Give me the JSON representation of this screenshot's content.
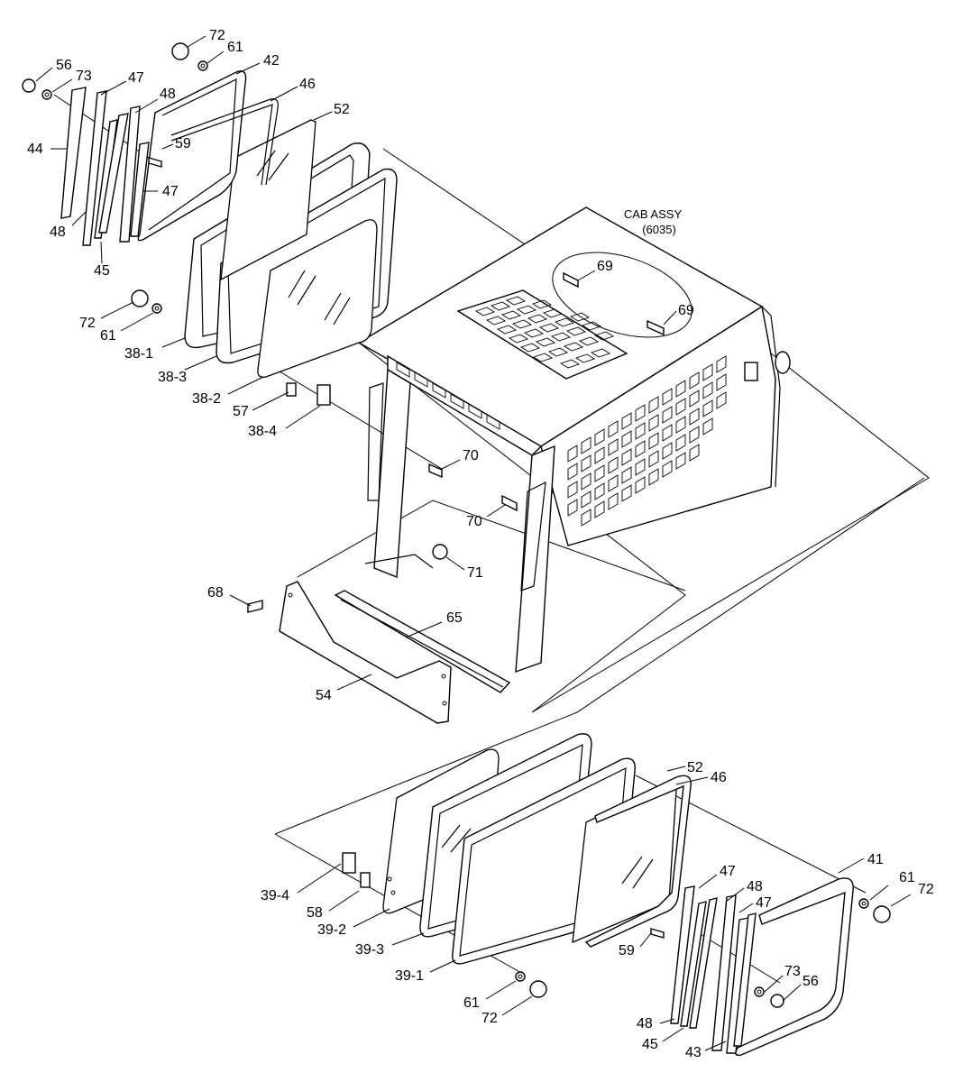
{
  "assembly": {
    "title": "CAB ASSY",
    "code": "(6035)"
  },
  "callouts": [
    {
      "id": "l72a",
      "text": "72"
    },
    {
      "id": "l61a",
      "text": "61"
    },
    {
      "id": "l42",
      "text": "42"
    },
    {
      "id": "l56a",
      "text": "56"
    },
    {
      "id": "l73a",
      "text": "73"
    },
    {
      "id": "l47a",
      "text": "47"
    },
    {
      "id": "l48a",
      "text": "48"
    },
    {
      "id": "l46a",
      "text": "46"
    },
    {
      "id": "l52a",
      "text": "52"
    },
    {
      "id": "l44",
      "text": "44"
    },
    {
      "id": "l59a",
      "text": "59"
    },
    {
      "id": "l47b",
      "text": "47"
    },
    {
      "id": "l48b",
      "text": "48"
    },
    {
      "id": "l45a",
      "text": "45"
    },
    {
      "id": "l72b",
      "text": "72"
    },
    {
      "id": "l61b",
      "text": "61"
    },
    {
      "id": "l38_1",
      "text": "38-1"
    },
    {
      "id": "l38_3",
      "text": "38-3"
    },
    {
      "id": "l38_2",
      "text": "38-2"
    },
    {
      "id": "l57",
      "text": "57"
    },
    {
      "id": "l38_4",
      "text": "38-4"
    },
    {
      "id": "l69a",
      "text": "69"
    },
    {
      "id": "l69b",
      "text": "69"
    },
    {
      "id": "l70a",
      "text": "70"
    },
    {
      "id": "l70b",
      "text": "70"
    },
    {
      "id": "l71",
      "text": "71"
    },
    {
      "id": "l68",
      "text": "68"
    },
    {
      "id": "l65",
      "text": "65"
    },
    {
      "id": "l54",
      "text": "54"
    },
    {
      "id": "l52b",
      "text": "52"
    },
    {
      "id": "l46b",
      "text": "46"
    },
    {
      "id": "l41",
      "text": "41"
    },
    {
      "id": "l61c",
      "text": "61"
    },
    {
      "id": "l72c",
      "text": "72"
    },
    {
      "id": "l47c",
      "text": "47"
    },
    {
      "id": "l48c",
      "text": "48"
    },
    {
      "id": "l47d",
      "text": "47"
    },
    {
      "id": "l39_4",
      "text": "39-4"
    },
    {
      "id": "l58",
      "text": "58"
    },
    {
      "id": "l39_2",
      "text": "39-2"
    },
    {
      "id": "l39_3",
      "text": "39-3"
    },
    {
      "id": "l59b",
      "text": "59"
    },
    {
      "id": "l39_1",
      "text": "39-1"
    },
    {
      "id": "l73b",
      "text": "73"
    },
    {
      "id": "l56b",
      "text": "56"
    },
    {
      "id": "l61d",
      "text": "61"
    },
    {
      "id": "l72d",
      "text": "72"
    },
    {
      "id": "l48d",
      "text": "48"
    },
    {
      "id": "l45b",
      "text": "45"
    },
    {
      "id": "l43",
      "text": "43"
    }
  ]
}
